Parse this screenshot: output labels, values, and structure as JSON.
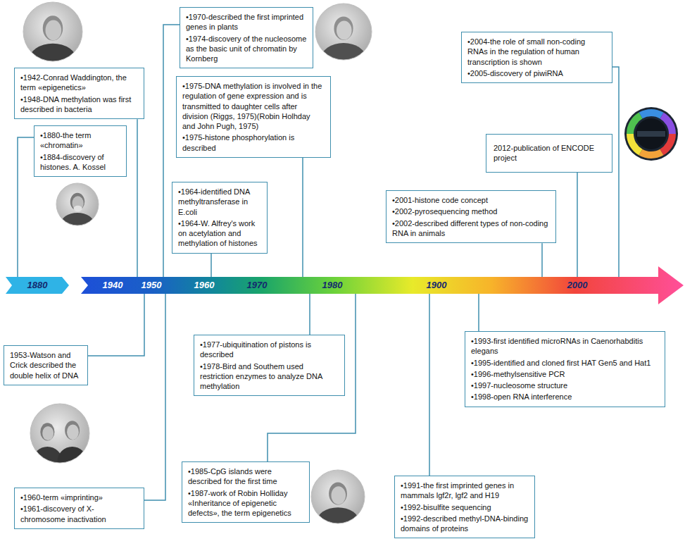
{
  "diagram": {
    "nodes": [
      {
        "text": [
          "•1880-the term «chromatin»",
          "•1884-discovery of histones. A. Kossel"
        ]
      },
      {
        "text": [
          "•1942-Conrad Waddington, the term «epigenetics»",
          "•1948-DNA methylation was first described in bacteria"
        ]
      },
      {
        "text": [
          "•1970-described the first imprinted genes in plants",
          "•1974-discovery of the nucleosome as the basic unit of chromatin by Kornberg"
        ]
      },
      {
        "text": [
          "•1975-DNA methylation is involved in the regulation of gene expression and is transmitted to daughter cells after division (Riggs, 1975)(Robin Holhday and John Pugh, 1975)",
          "•1975-histone phosphorylation is described"
        ]
      },
      {
        "text": [
          "•1964-identified DNA methyltransferase in E.coli",
          "•1964-W. Alfrey's work on acetylation and methylation of histones"
        ]
      },
      {
        "text": [
          "•2004-the role of small non-coding RNAs in the regulation of human transcription is shown",
          "•2005-discovery of piwiRNA"
        ]
      },
      {
        "text": [
          "2012-publication of ENCODE project"
        ]
      },
      {
        "text": [
          "•2001-histone code concept",
          "•2002-pyrosequencing method",
          "•2002-described different types of non-coding RNA in animals"
        ]
      },
      {
        "text": [
          "1880"
        ]
      },
      {
        "text": [
          "1940",
          "1950",
          "1960",
          "1970",
          "1980",
          "1900",
          "2000"
        ]
      },
      {
        "text": [
          "1953-Watson and Crick described the double helix of DNA"
        ]
      },
      {
        "text": [
          "•1960-term «imprinting»",
          "•1961-discovery of X-chromosome inactivation"
        ]
      },
      {
        "text": [
          "•1977-ubiquitination of pistons is described",
          "•1978-Bird and Southem used restriction enzymes to analyze DNA methylation"
        ]
      },
      {
        "text": [
          "•1985-CpG islands were described for the first time",
          "•1987-work of Robin Holliday «Inheritance of epigenetic defects», the term epigenetics"
        ]
      },
      {
        "text": [
          "•1991-the first imprinted genes in mammals lgf2r, lgf2 and H19",
          "•1992-bisulfite sequencing",
          "•1992-described methyl-DNA-binding domains of proteins"
        ]
      },
      {
        "text": [
          "•1993-first identified microRNAs in Caenorhabditis elegans",
          "•1995-identified and cloned first HAT Gen5 and Hat1",
          "•1996-methylsensitive PCR",
          "•1997-nucleosome structure",
          "•1998-open RNA interference"
        ]
      }
    ],
    "edges": [
      {
        "from": 0,
        "to": 8,
        "arrow": "none"
      },
      {
        "from": 1,
        "to": 9,
        "arrow": "none"
      },
      {
        "from": 2,
        "to": 9,
        "arrow": "none"
      },
      {
        "from": 3,
        "to": 9,
        "arrow": "none"
      },
      {
        "from": 4,
        "to": 9,
        "arrow": "none"
      },
      {
        "from": 5,
        "to": 9,
        "arrow": "none"
      },
      {
        "from": 6,
        "to": 9,
        "arrow": "none"
      },
      {
        "from": 7,
        "to": 9,
        "arrow": "none"
      },
      {
        "from": 10,
        "to": 9,
        "arrow": "none"
      },
      {
        "from": 11,
        "to": 9,
        "arrow": "none"
      },
      {
        "from": 12,
        "to": 9,
        "arrow": "none"
      },
      {
        "from": 13,
        "to": 9,
        "arrow": "none"
      },
      {
        "from": 14,
        "to": 9,
        "arrow": "none"
      },
      {
        "from": 15,
        "to": 9,
        "arrow": "none"
      }
    ]
  }
}
